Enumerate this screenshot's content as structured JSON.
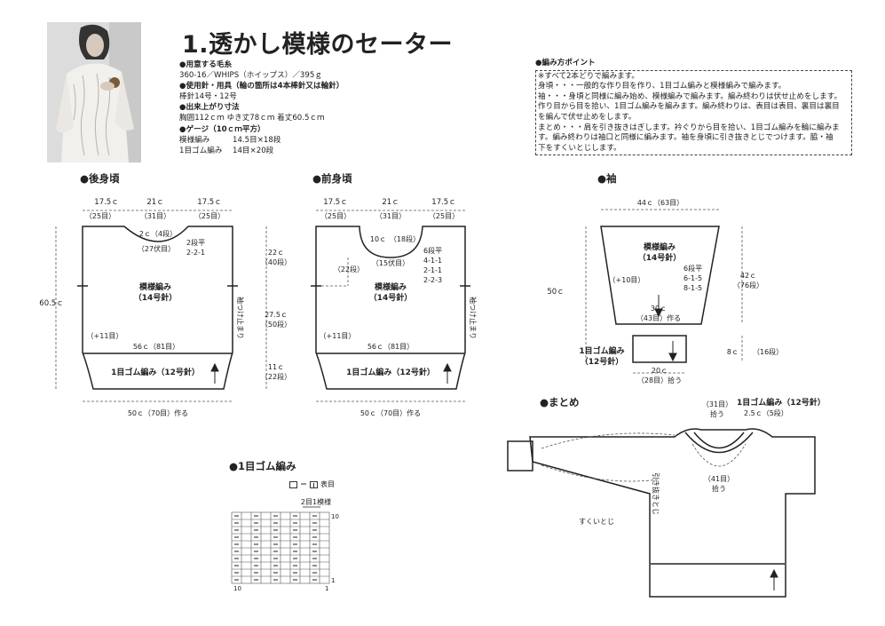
{
  "title": "1.透かし模様のセーター",
  "materials": {
    "yarn_h": "●用意する毛糸",
    "yarn": "360-16／WHIPS（ホイップス）／395ｇ",
    "tools_h": "●使用針・用具（輪の箇所は4本棒針又は輪針）",
    "tools": "棒針14号・12号",
    "size_h": "●出来上がり寸法",
    "size": "胸囲112ｃｍ ゆき丈78ｃｍ 着丈60.5ｃｍ",
    "gauge_h": "●ゲージ（10ｃｍ平方）",
    "gauge": [
      {
        "k": "模様編み",
        "v": "14.5目×18段"
      },
      {
        "k": "1目ゴム編み",
        "v": "14目×20段"
      }
    ]
  },
  "points": {
    "heading": "●編み方ポイント",
    "lines": [
      "※すべて2本どりで編みます。",
      "身頃・・・一般的な作り目を作り、1目ゴム編みと模様編みで編みます。",
      "袖・・・身頃と同様に編み始め、模様編みで編みます。編み終わりは伏せ止めをします。",
      "作り目から目を拾い、1目ゴム編みを編みます。編み終わりは、表目は表目、裏目は裏目",
      "を編んで伏せ止めをします。",
      "まとめ・・・肩を引き抜きはぎします。衿ぐりから目を拾い、1目ゴム編みを輪に編みま",
      "す。編み終わりは袖口と同様に編みます。袖を身頃に引き抜きとじでつけます。脇・袖",
      "下をすくいとじします。"
    ]
  },
  "back": {
    "heading": "●後身頃",
    "top_dims": [
      "17.5ｃ",
      "21ｃ",
      "17.5ｃ"
    ],
    "top_sts": [
      "（25目）",
      "（31目）",
      "（25目）"
    ],
    "neck_depth": "2ｃ（4段）",
    "neck_bind": "（27伏目）",
    "shoulder": [
      "2段平",
      "2-2-1"
    ],
    "pattern": [
      "模様編み",
      "（14号針）"
    ],
    "inc": "（+11目）",
    "width": "56ｃ（81目）",
    "ribbing": "1目ゴム編み（12号針）",
    "cast_on": "50ｃ（70目）作る",
    "total_h": "60.5ｃ",
    "right_dims": [
      {
        "c": "22ｃ",
        "r": "（40段）"
      },
      {
        "c": "27.5ｃ",
        "r": "（50段）"
      },
      {
        "c": "11ｃ",
        "r": "（22段）"
      }
    ],
    "sleeve_mark": "袖つけ止まり"
  },
  "front": {
    "heading": "●前身頃",
    "top_dims": [
      "17.5ｃ",
      "21ｃ",
      "17.5ｃ"
    ],
    "top_sts": [
      "（25目）",
      "（31目）",
      "（25目）"
    ],
    "neck_depth": "10ｃ",
    "neck_rows": "（18段）",
    "neck_bind": "（15伏目）",
    "side_rows": "（22段）",
    "shaping": [
      "6段平",
      "4-1-1",
      "2-1-1",
      "2-2-3"
    ],
    "pattern": [
      "模様編み",
      "（14号針）"
    ],
    "inc": "（+11目）",
    "width": "56ｃ（81目）",
    "ribbing": "1目ゴム編み（12号針）",
    "cast_on": "50ｃ（70目）作る",
    "sleeve_mark": "袖つけ止まり"
  },
  "sleeve": {
    "heading": "●袖",
    "top": "44ｃ（63目）",
    "pattern": [
      "模様編み",
      "（14号針）"
    ],
    "inc": "（+10目）",
    "shaping": [
      "6段平",
      "6-1-5",
      "8-1-5"
    ],
    "bottom_w": [
      "30ｃ",
      "（43目）作る"
    ],
    "height_l": "50ｃ",
    "height_r": [
      "42ｃ",
      "（76段）"
    ],
    "cuff_h": [
      "8ｃ",
      "（16段）"
    ],
    "cuff_label": [
      "1目ゴム編み",
      "（12号針）"
    ],
    "cuff_w": [
      "20ｃ",
      "（28目）拾う"
    ]
  },
  "finish": {
    "heading": "●まとめ",
    "collar": "1目ゴム編み（12号針）",
    "collar_h": "2.5ｃ（5段）",
    "pick_top": [
      "（31目）",
      "拾う"
    ],
    "pick_bottom": [
      "（41目）",
      "拾う"
    ],
    "join": "引き抜きとじ",
    "seam": "すくいとじ"
  },
  "rib": {
    "heading": "●1目ゴム編み",
    "legend_eq": "＝",
    "legend_txt": "表目",
    "repeat": "2目1模様",
    "row_end": "10",
    "row_start": "1",
    "col_left": "10",
    "col_right": "1"
  },
  "colors": {
    "line": "#222222",
    "dash": "#555555"
  }
}
